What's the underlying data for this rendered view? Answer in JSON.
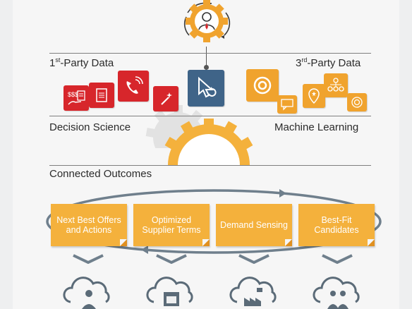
{
  "top": {
    "left_label_prefix": "1",
    "left_label_sup": "st",
    "left_label_suffix": "-Party Data",
    "right_label_prefix": "3",
    "right_label_sup": "rd",
    "right_label_suffix": "-Party Data"
  },
  "middle": {
    "left_label": "Decision Science",
    "right_label": "Machine Learning"
  },
  "outcomes": {
    "heading": "Connected Outcomes",
    "cards": [
      {
        "label": "Next Best Offers and Actions"
      },
      {
        "label": "Optimized Supplier Terms"
      },
      {
        "label": "Demand Sensing"
      },
      {
        "label": "Best-Fit Candidates"
      }
    ]
  },
  "colors": {
    "orange": "#f0a32e",
    "red": "#d7262b",
    "blue": "#3f6488",
    "gray_line": "#7f7f7f",
    "loop": "#6f7f8c"
  },
  "icons": {
    "top_gear": "person-gear-icon",
    "first_party": [
      "money-document-icon",
      "phone-signal-icon",
      "magic-wand-icon"
    ],
    "center": "cursor-refresh-icon",
    "third_party": [
      "swirl-icon",
      "chat-bubble-icon",
      "location-pin-icon",
      "people-network-icon",
      "target-icon"
    ],
    "clouds": [
      "person-cloud-icon",
      "calendar-cloud-icon",
      "factory-cloud-icon",
      "group-cloud-icon"
    ]
  }
}
